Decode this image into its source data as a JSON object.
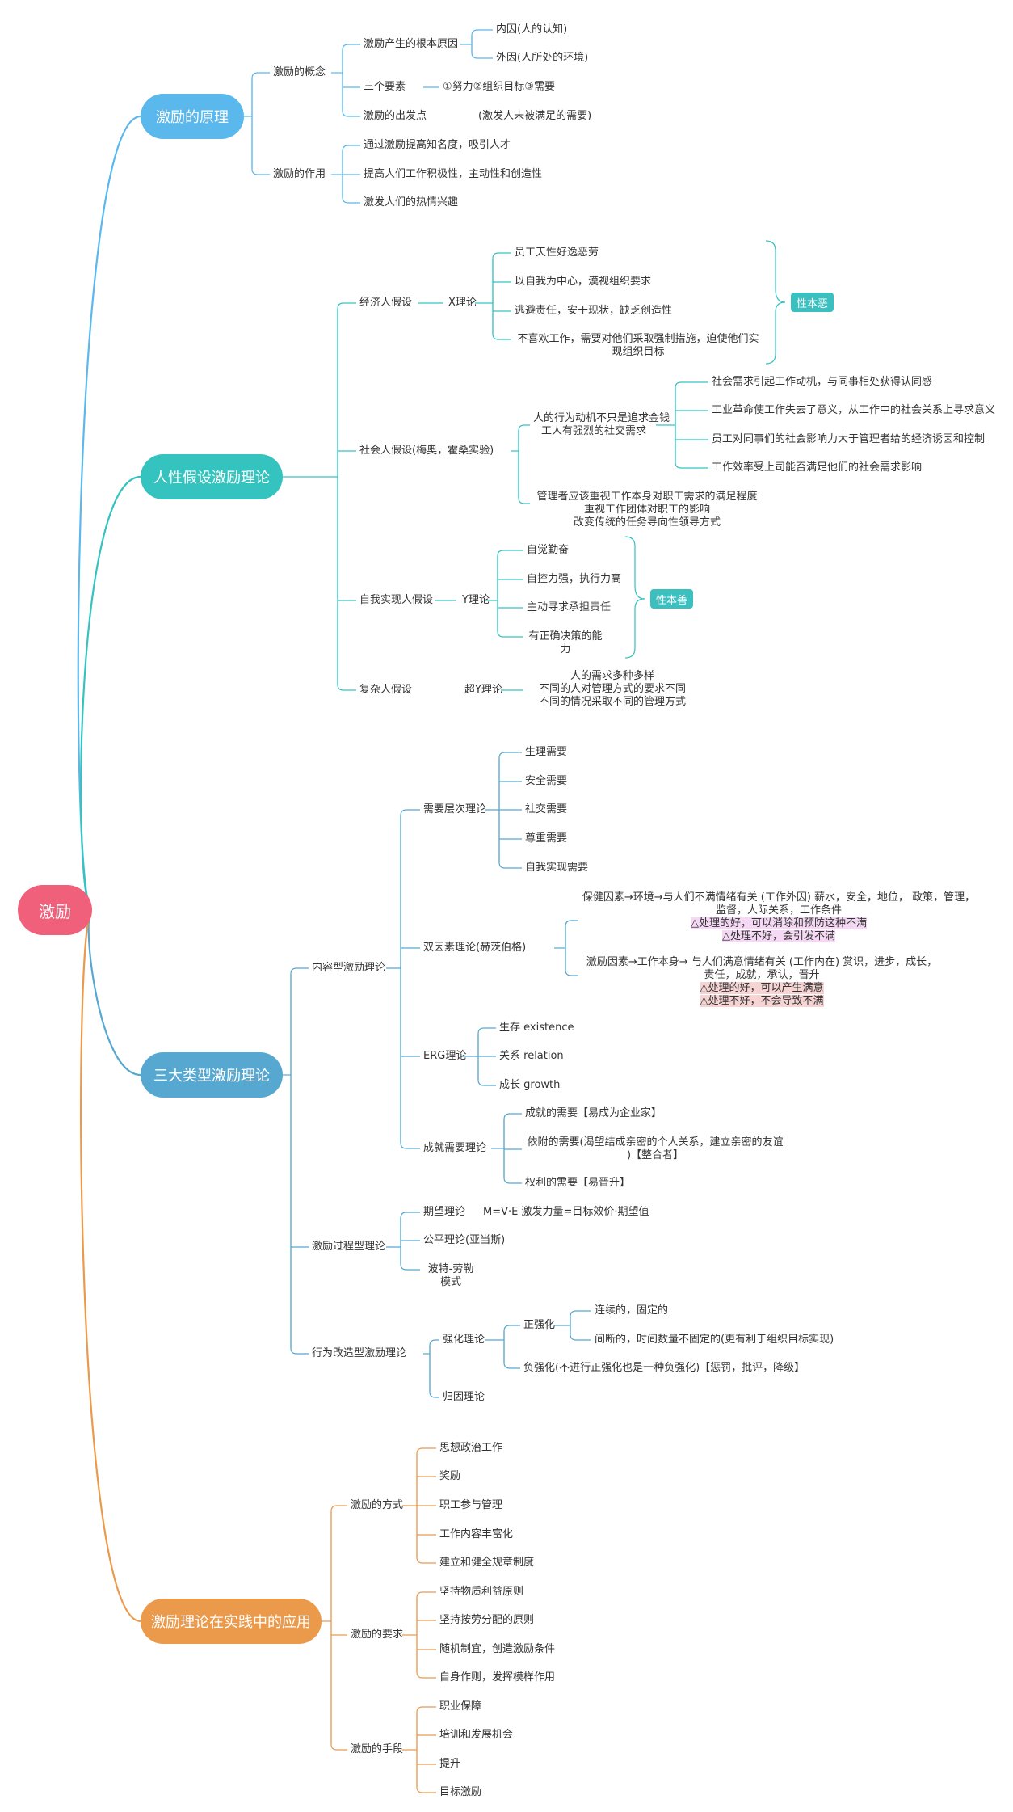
{
  "colors": {
    "root": "#f0607a",
    "b1": "#5ab8ec",
    "b2": "#34c3bf",
    "b3": "#56a8d0",
    "b4": "#eb9a4b",
    "tag": "#3cbfbf"
  },
  "root": "激励",
  "b1": {
    "title": "激励的原理",
    "concept": "激励的概念",
    "root_cause": "激励产生的根本原因",
    "inner": "内因(人的认知)",
    "outer": "外因(人所处的环境)",
    "three": "三个要素",
    "three_items": "①努力②组织目标③需要",
    "start": "激励的出发点",
    "start_val": "(激发人未被满足的需要)",
    "role": "激励的作用",
    "role_1": "通过激励提高知名度，吸引人才",
    "role_2": "提高人们工作积极性，主动性和创造性",
    "role_3": "激发人们的热情兴趣"
  },
  "b2": {
    "title": "人性假设激励理论",
    "econ": "经济人假设",
    "x": "X理论",
    "x1": "员工天性好逸恶劳",
    "x2": "以自我为中心，漠视组织要求",
    "x3": "逃避责任，安于现状，缺乏创造性",
    "x4a": "不喜欢工作，需要对他们采取强制措施，迫使他们实",
    "x4b": "现组织目标",
    "evil": "性本恶",
    "social": "社会人假设(梅奥，霍桑实验)",
    "s_motive_a": "人的行为动机不只是追求金钱",
    "s_motive_b": "工人有强烈的社交需求",
    "s1": "社会需求引起工作动机，与同事相处获得认同感",
    "s2": "工业革命使工作失去了意义，从工作中的社会关系上寻求意义",
    "s3": "员工对同事们的社会影响力大于管理者给的经济诱因和控制",
    "s4": "工作效率受上司能否满足他们的社会需求影响",
    "s_mgr_a": "管理者应该重视工作本身对职工需求的满足程度",
    "s_mgr_b": "重视工作团体对职工的影响",
    "s_mgr_c": "改变传统的任务导向性领导方式",
    "self": "自我实现人假设",
    "y": "Y理论",
    "y1": "自觉勤奋",
    "y2": "自控力强，执行力高",
    "y3": "主动寻求承担责任",
    "y4a": "有正确决策的能",
    "y4b": "力",
    "good": "性本善",
    "complex": "复杂人假设",
    "supery": "超Y理论",
    "c1": "人的需求多种多样",
    "c2": "不同的人对管理方式的要求不同",
    "c3": "不同的情况采取不同的管理方式"
  },
  "b3": {
    "title": "三大类型激励理论",
    "content": "内容型激励理论",
    "hier": "需要层次理论",
    "h1": "生理需要",
    "h2": "安全需要",
    "h3": "社交需要",
    "h4": "尊重需要",
    "h5": "自我实现需要",
    "two": "双因素理论(赫茨伯格)",
    "hyg_a": "保健因素→环境→与人们不满情绪有关  (工作外因) 薪水，安全，地位，  政策，管理，",
    "hyg_b": "监督，人际关系，工作条件",
    "hyg_c": "△处理的好，可以消除和预防这种不满",
    "hyg_d": "△处理不好，会引发不满",
    "mot_a": "激励因素→工作本身→  与人们满意情绪有关  (工作内在)   赏识，进步，成长，",
    "mot_b": "责任，成就，承认，晋升",
    "mot_c": "△处理的好，可以产生满意",
    "mot_d": "△处理不好，不会导致不满",
    "erg": "ERG理论",
    "e1": "生存 existence",
    "e2": "关系  relation",
    "e3": "成长 growth",
    "ach": "成就需要理论",
    "a1": "成就的需要【易成为企业家】",
    "a2a": "依附的需要(渴望结成亲密的个人关系，建立亲密的友谊",
    "a2b": ")【整合者】",
    "a3": "权利的需要【易晋升】",
    "process": "激励过程型理论",
    "expect": "期望理论",
    "expect_val": "M=V·E    激发力量=目标效价·期望值",
    "fair": "公平理论(亚当斯)",
    "porter_a": "波特-劳勒",
    "porter_b": "模式",
    "behav": "行为改造型激励理论",
    "reinf": "强化理论",
    "pos": "正强化",
    "pos1": "连续的，固定的",
    "pos2": "间断的，时间数量不固定的(更有利于组织目标实现)",
    "neg": "负强化(不进行正强化也是一种负强化)【惩罚，批评，降级】",
    "attr": "归因理论"
  },
  "b4": {
    "title": "激励理论在实践中的应用",
    "way": "激励的方式",
    "w1": "思想政治工作",
    "w2": "奖励",
    "w3": "职工参与管理",
    "w4": "工作内容丰富化",
    "w5": "建立和健全规章制度",
    "req": "激励的要求",
    "r1": "坚持物质利益原则",
    "r2": "坚持按劳分配的原则",
    "r3": "随机制宜，创造激励条件",
    "r4": "自身作则，发挥模样作用",
    "means": "激励的手段",
    "m1": "职业保障",
    "m2": "培训和发展机会",
    "m3": "提升",
    "m4": "目标激励"
  }
}
